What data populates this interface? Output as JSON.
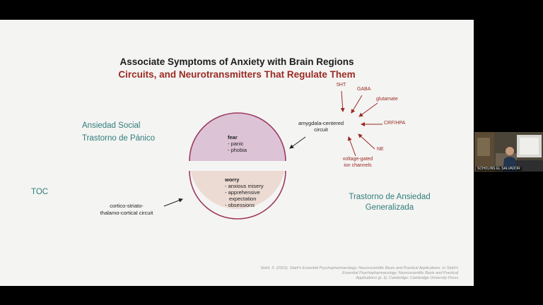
{
  "slide": {
    "title_line1": "Associate Symptoms of Anxiety with Brain Regions",
    "title_line2": "Circuits, and Neurotransmitters That Regulate Them",
    "labels": {
      "ansiedad_social": "Ansiedad Social",
      "trastorno_panico": "Trastorno de Pánico",
      "toc": "TOC",
      "tag_line1": "Trastorno de Ansiedad",
      "tag_line2": "Generalizada"
    },
    "circuits": {
      "amygdala_line1": "amygdala-centered",
      "amygdala_line2": "circuit",
      "cortico_line1": "cortico-striato-",
      "cortico_line2": "thalamo-cortical circuit"
    },
    "neurotransmitters": {
      "ht5": "5HT",
      "gaba": "GABA",
      "glutamate": "glutamate",
      "crf": "CRF/HPA",
      "ne": "NE",
      "vgic_line1": "voltage-gated",
      "vgic_line2": "ion channels"
    },
    "fear": {
      "title": "fear",
      "items": [
        "- panic",
        "- phobia"
      ]
    },
    "worry": {
      "title": "worry",
      "items": [
        "- anxious misery",
        "- apprehensive",
        "  expectation",
        "- obsessions"
      ]
    },
    "citation_line1": "Stahl, S. (2021). Stahl's Essential Psychopharmacology: Neuroscientific Basis and Practical Applications. In Stahl's Essential Psychopharmacology: Neuroscientific Basis and Practical",
    "citation_line2": "Applications (p. ii). Cambridge: Cambridge University Press",
    "colors": {
      "fear_fill": "#dcc3d6",
      "worry_fill": "#ecdbd3",
      "circle_stroke": "#9c3a5e",
      "accent_red": "#9a2a22",
      "teal": "#2f7d7a"
    }
  },
  "webcam": {
    "name_tag": "SCHOLINS EL SALVADOR"
  }
}
